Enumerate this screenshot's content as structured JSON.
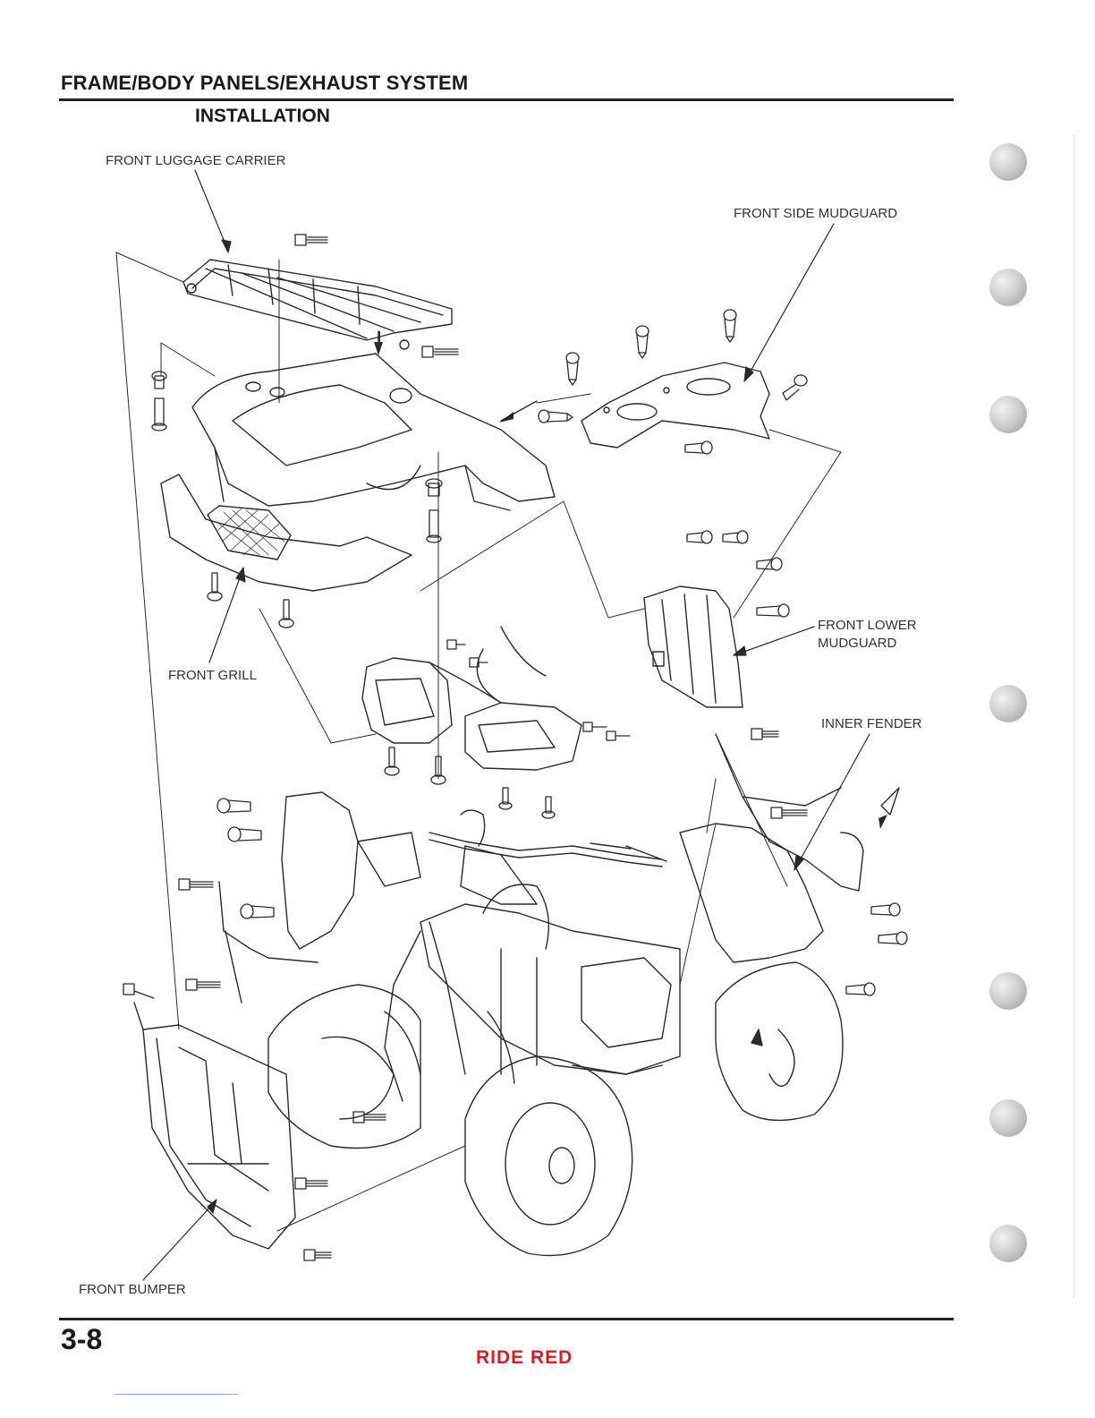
{
  "header": {
    "section_title": "FRAME/BODY PANELS/EXHAUST SYSTEM",
    "subtitle": "INSTALLATION"
  },
  "labels": {
    "front_luggage_carrier": "FRONT LUGGAGE CARRIER",
    "front_side_mudguard": "FRONT SIDE MUDGUARD",
    "front_lower_mudguard_line1": "FRONT LOWER",
    "front_lower_mudguard_line2": "MUDGUARD",
    "front_grill": "FRONT GRILL",
    "inner_fender": "INNER FENDER",
    "front_bumper": "FRONT BUMPER"
  },
  "footer": {
    "page_number": "3-8",
    "brand": "RIDE RED"
  },
  "colors": {
    "ink": "#1a1a1a",
    "brand_red": "#d41e25",
    "rule": "#222222"
  }
}
